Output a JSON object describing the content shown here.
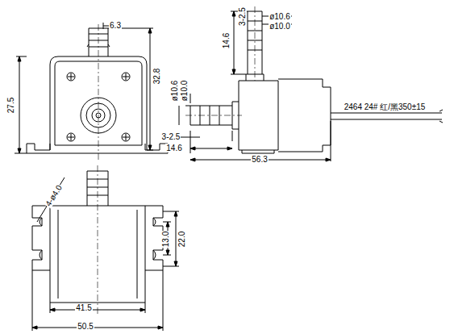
{
  "diagram": {
    "labels": [
      "6.3",
      "32.8",
      "27.5",
      "14.6",
      "3-2.5",
      "ø10.6",
      "ø10.0",
      "ø10.6",
      "ø10.0",
      "3-2.5",
      "14.6",
      "2464 24# 红/黑350±15",
      "56.3",
      "4-ø4.0",
      "13.0",
      "22.0",
      "41.5",
      "50.5"
    ]
  }
}
